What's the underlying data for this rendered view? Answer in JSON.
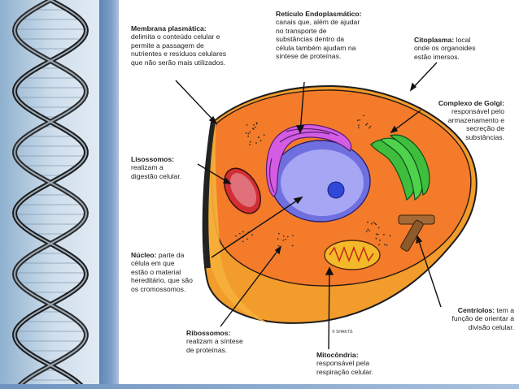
{
  "labels": {
    "membrana": {
      "title": "Membrana plasmática:",
      "lines": [
        "delimita o conteúdo celular e",
        "permite a passagem de",
        "nutrientes e resíduos celulares",
        "que não serão mais utilizados."
      ]
    },
    "reticulo": {
      "title": "Retículo Endoplasmático:",
      "lines": [
        "canais que, além de ajudar",
        "no transporte de",
        "substâncias dentro da",
        "célula também ajudam na",
        "síntese de proteínas."
      ]
    },
    "citoplasma": {
      "title": "Citoplasma:",
      "lines": [
        "local",
        "onde os organoides",
        "estão imersos."
      ]
    },
    "golgi": {
      "title": "Complexo de Golgi:",
      "lines": [
        "responsável pelo",
        "armazenamento e",
        "secreção de",
        "substâncias."
      ]
    },
    "lisossomos": {
      "title": "Lisossomos:",
      "lines": [
        "realizam a",
        "digestão celular."
      ]
    },
    "nucleo": {
      "title": "Núcleo:",
      "lines": [
        "parte da",
        "célula em que",
        "estão o material",
        "hereditário, que são",
        "os cromossomos."
      ]
    },
    "centriolos": {
      "title": "Centríolos:",
      "lines": [
        "tem a",
        "função de orientar a",
        "divisão celular."
      ]
    },
    "ribossomos": {
      "title": "Ribossomos:",
      "lines": [
        "realizam a síntese",
        "de proteínas."
      ]
    },
    "mitocondria": {
      "title": "Mitocôndria:",
      "lines": [
        "responsável pela",
        "respiração celular."
      ]
    }
  },
  "copyright": "© SHAKTI1"
}
